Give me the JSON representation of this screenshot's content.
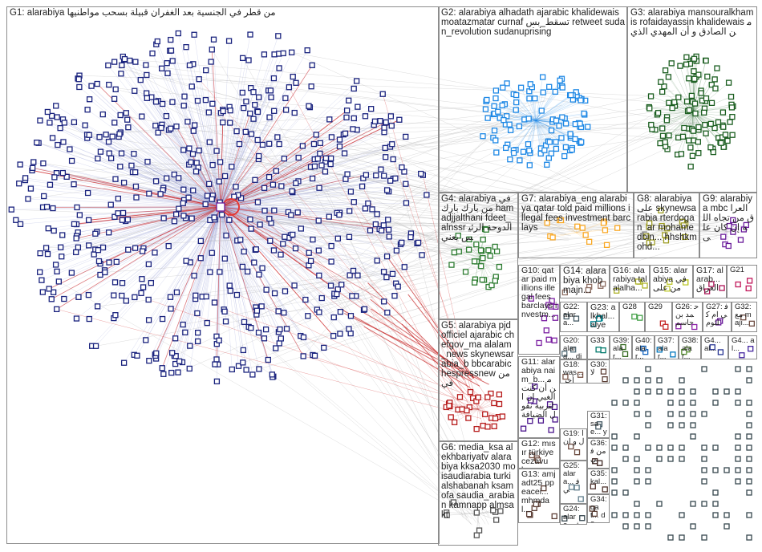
{
  "graph": {
    "groups": [
      {
        "id": "G1",
        "label": "G1: alarabiya من قطر في الجنسية بعد الغفران قبيلة بسحب مواطنيها",
        "color": "#1a237e"
      },
      {
        "id": "G2",
        "label": "G2: alarabiya alhadath ajarabic khalidewais moatazmatar curnaf تسقط_بس retweet sudan_revolution sudanuprising",
        "color": "#1e88e5"
      },
      {
        "id": "G3",
        "label": "G3: alarabiya mansouralkhamis rofaidayassin khalidewais من الصادق و أن المهدي الذي",
        "color": "#1b5e20"
      },
      {
        "id": "G4",
        "label": "G4: alarabiya في من بارك بارك hamadjjalthani fdeet_alnssr الدوحة الرئيس يعني",
        "color": "#2e7d32"
      },
      {
        "id": "G5",
        "label": "G5: alarabiya pjdofficiel ajarabic chefgov_ma alalam_news skynewsarabia_b bbcarabic hespressnew من في",
        "color": "#b71c1c"
      },
      {
        "id": "G6",
        "label": "G6: media_ksa alekhbariyatv alarabiya kksa2030 moisaudiarabia turkialshabanah ksamofa saudia_arabian kamnapp almsakt",
        "color": "#555555"
      },
      {
        "id": "G7",
        "label": "G7: alarabiya_eng alarabiya qatar told paid millions illegal fees investment barclays",
        "color": "#f9a825"
      },
      {
        "id": "G8",
        "label": "G8: alarabiya على skynewsarabia rterdogan_ar mohamedbin... hhshkmohd...",
        "color": "#9e9d24"
      },
      {
        "id": "G9",
        "label": "G9: alarabiya mbc العراق من تجاه الله إن كان على",
        "color": "#6a1b9a"
      },
      {
        "id": "G10",
        "label": "G10: qatar paid millions illegal fees barclays investm...",
        "color": "#7b1fa2"
      },
      {
        "id": "G11",
        "label": "G11: alarabiya naim_b... من أن كنت الغبي إن التربية نقول الضيافة",
        "color": "#4a148c"
      },
      {
        "id": "G12",
        "label": "G12: mısır türkiye cezavuk...",
        "color": "#6d4c41"
      },
      {
        "id": "G13",
        "label": "G13: amjadt25 ppeacei... mhmdal...",
        "color": "#5d4037"
      },
      {
        "id": "G14",
        "label": "G14: alarabiya khobmajn...",
        "color": "#8d6e63"
      },
      {
        "id": "G15",
        "label": "G15: alarabiya في من على",
        "color": "#c0ca33"
      },
      {
        "id": "G16",
        "label": "G16: alarabiya talalalha...",
        "color": "#afb42b"
      },
      {
        "id": "G17",
        "label": "G17: alarab... العراق",
        "color": "#ad1457"
      },
      {
        "id": "G18",
        "label": "G18: was... أخرى...",
        "color": "#795548"
      },
      {
        "id": "G19",
        "label": "G19: ال و ان",
        "color": "#6d4c41"
      },
      {
        "id": "G20",
        "label": "G20: alara... diefs...",
        "color": "#546e7a"
      },
      {
        "id": "G21",
        "label": "G21",
        "color": "#c2185b"
      },
      {
        "id": "G22",
        "label": "G22: alara...",
        "color": "#455a64"
      },
      {
        "id": "G23",
        "label": "G23: alkhal... alyem...",
        "color": "#00838f"
      },
      {
        "id": "G24",
        "label": "G24: alara... في",
        "color": "#37474f"
      },
      {
        "id": "G25",
        "label": "G25: alara... في",
        "color": "#607d8b"
      },
      {
        "id": "G26",
        "label": "G26: حمد بن جاسم",
        "color": "#8e24aa"
      },
      {
        "id": "G27",
        "label": "G27: في ام كلثوم",
        "color": "#6a1b9a"
      },
      {
        "id": "G28",
        "label": "G28",
        "color": "#43a047"
      },
      {
        "id": "G29",
        "label": "G29",
        "color": "#c62828"
      },
      {
        "id": "G30",
        "label": "G30: لا",
        "color": "#5d4037"
      },
      {
        "id": "G31",
        "label": "G31: sae... yas...",
        "color": "#455a64"
      },
      {
        "id": "G32",
        "label": "G32: مع majı...",
        "color": "#6d4c41"
      },
      {
        "id": "G33",
        "label": "G33",
        "color": "#00796b"
      },
      {
        "id": "G34",
        "label": "G34: qat... de...",
        "color": "#5d4037"
      },
      {
        "id": "G35",
        "label": "G35: kal...",
        "color": "#4e342e"
      },
      {
        "id": "G36",
        "label": "G36: من في",
        "color": "#3e2723"
      },
      {
        "id": "G37",
        "label": "G37: alar...",
        "color": "#0277bd"
      },
      {
        "id": "G38",
        "label": "G38: alar...",
        "color": "#558b2f"
      },
      {
        "id": "G39",
        "label": "G39: alar...",
        "color": "#33691e"
      },
      {
        "id": "G40",
        "label": "G40: alar...",
        "color": "#1565c0"
      },
      {
        "id": "G4x",
        "label": "G4... al...",
        "color": "#283593"
      },
      {
        "id": "G4y",
        "label": "G4... al...",
        "color": "#4527a0"
      }
    ]
  }
}
